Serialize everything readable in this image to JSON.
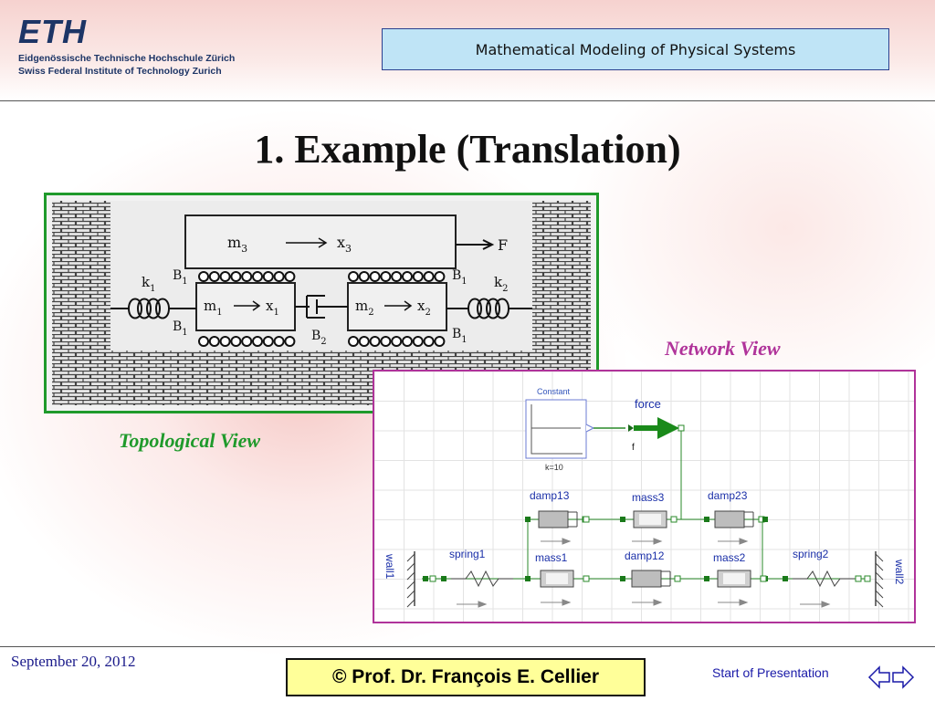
{
  "header": {
    "logo_text": "ETH",
    "institution_de": "Eidgenössische Technische Hochschule Zürich",
    "institution_en": "Swiss Federal Institute of Technology Zurich",
    "course_title": "Mathematical Modeling of Physical Systems"
  },
  "slide": {
    "title": "1. Example (Translation)"
  },
  "topological_view": {
    "caption": "Topological View",
    "m3": "m",
    "m3_sub": "3",
    "x3": "x",
    "x3_sub": "3",
    "force": "F",
    "m1": "m",
    "m1_sub": "1",
    "x1": "x",
    "x1_sub": "1",
    "m2": "m",
    "m2_sub": "2",
    "x2": "x",
    "x2_sub": "2",
    "k1": "k",
    "k1_sub": "1",
    "k2": "k",
    "k2_sub": "2",
    "b": "B",
    "b1_sub": "1",
    "b2_sub": "2"
  },
  "network_view": {
    "caption": "Network View",
    "constant_label": "Constant",
    "constant_param": "k=10",
    "force_label": "force",
    "force_port": "f",
    "damp13": "damp13",
    "mass3": "mass3",
    "damp23": "damp23",
    "spring1": "spring1",
    "mass1": "mass1",
    "damp12": "damp12",
    "mass2": "mass2",
    "spring2": "spring2",
    "wall1": "wall1",
    "wall2": "wall2"
  },
  "footer": {
    "date": "September 20, 2012",
    "author": "©  Prof. Dr. François E. Cellier",
    "start_link": "Start of Presentation"
  },
  "colors": {
    "topo_border": "#1f9a2b",
    "net_border": "#b0339a",
    "topo_caption": "#1f9a2b",
    "net_caption": "#b0339a",
    "diagram_label_blue": "#1a2fa8",
    "connector_green": "#2a8a2a"
  }
}
